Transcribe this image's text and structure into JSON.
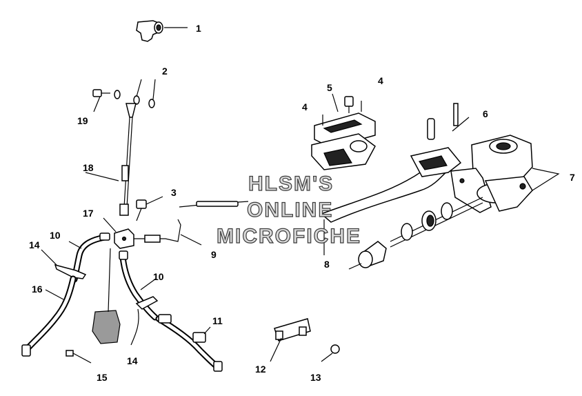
{
  "callouts": [
    {
      "id": "c1",
      "label": "1"
    },
    {
      "id": "c2",
      "label": "2"
    },
    {
      "id": "c3",
      "label": "3"
    },
    {
      "id": "c4a",
      "label": "4"
    },
    {
      "id": "c4b",
      "label": "4"
    },
    {
      "id": "c5",
      "label": "5"
    },
    {
      "id": "c6",
      "label": "6"
    },
    {
      "id": "c7",
      "label": "7"
    },
    {
      "id": "c8",
      "label": "8"
    },
    {
      "id": "c9",
      "label": "9"
    },
    {
      "id": "c10a",
      "label": "10"
    },
    {
      "id": "c10b",
      "label": "10"
    },
    {
      "id": "c11",
      "label": "11"
    },
    {
      "id": "c12",
      "label": "12"
    },
    {
      "id": "c13",
      "label": "13"
    },
    {
      "id": "c14a",
      "label": "14"
    },
    {
      "id": "c14b",
      "label": "14"
    },
    {
      "id": "c15",
      "label": "15"
    },
    {
      "id": "c16",
      "label": "16"
    },
    {
      "id": "c17",
      "label": "17"
    },
    {
      "id": "c18",
      "label": "18"
    },
    {
      "id": "c19",
      "label": "19"
    }
  ],
  "watermark": {
    "line1": "HLSM'S",
    "line2": "ONLINE",
    "line3": "MICROFICHE"
  }
}
